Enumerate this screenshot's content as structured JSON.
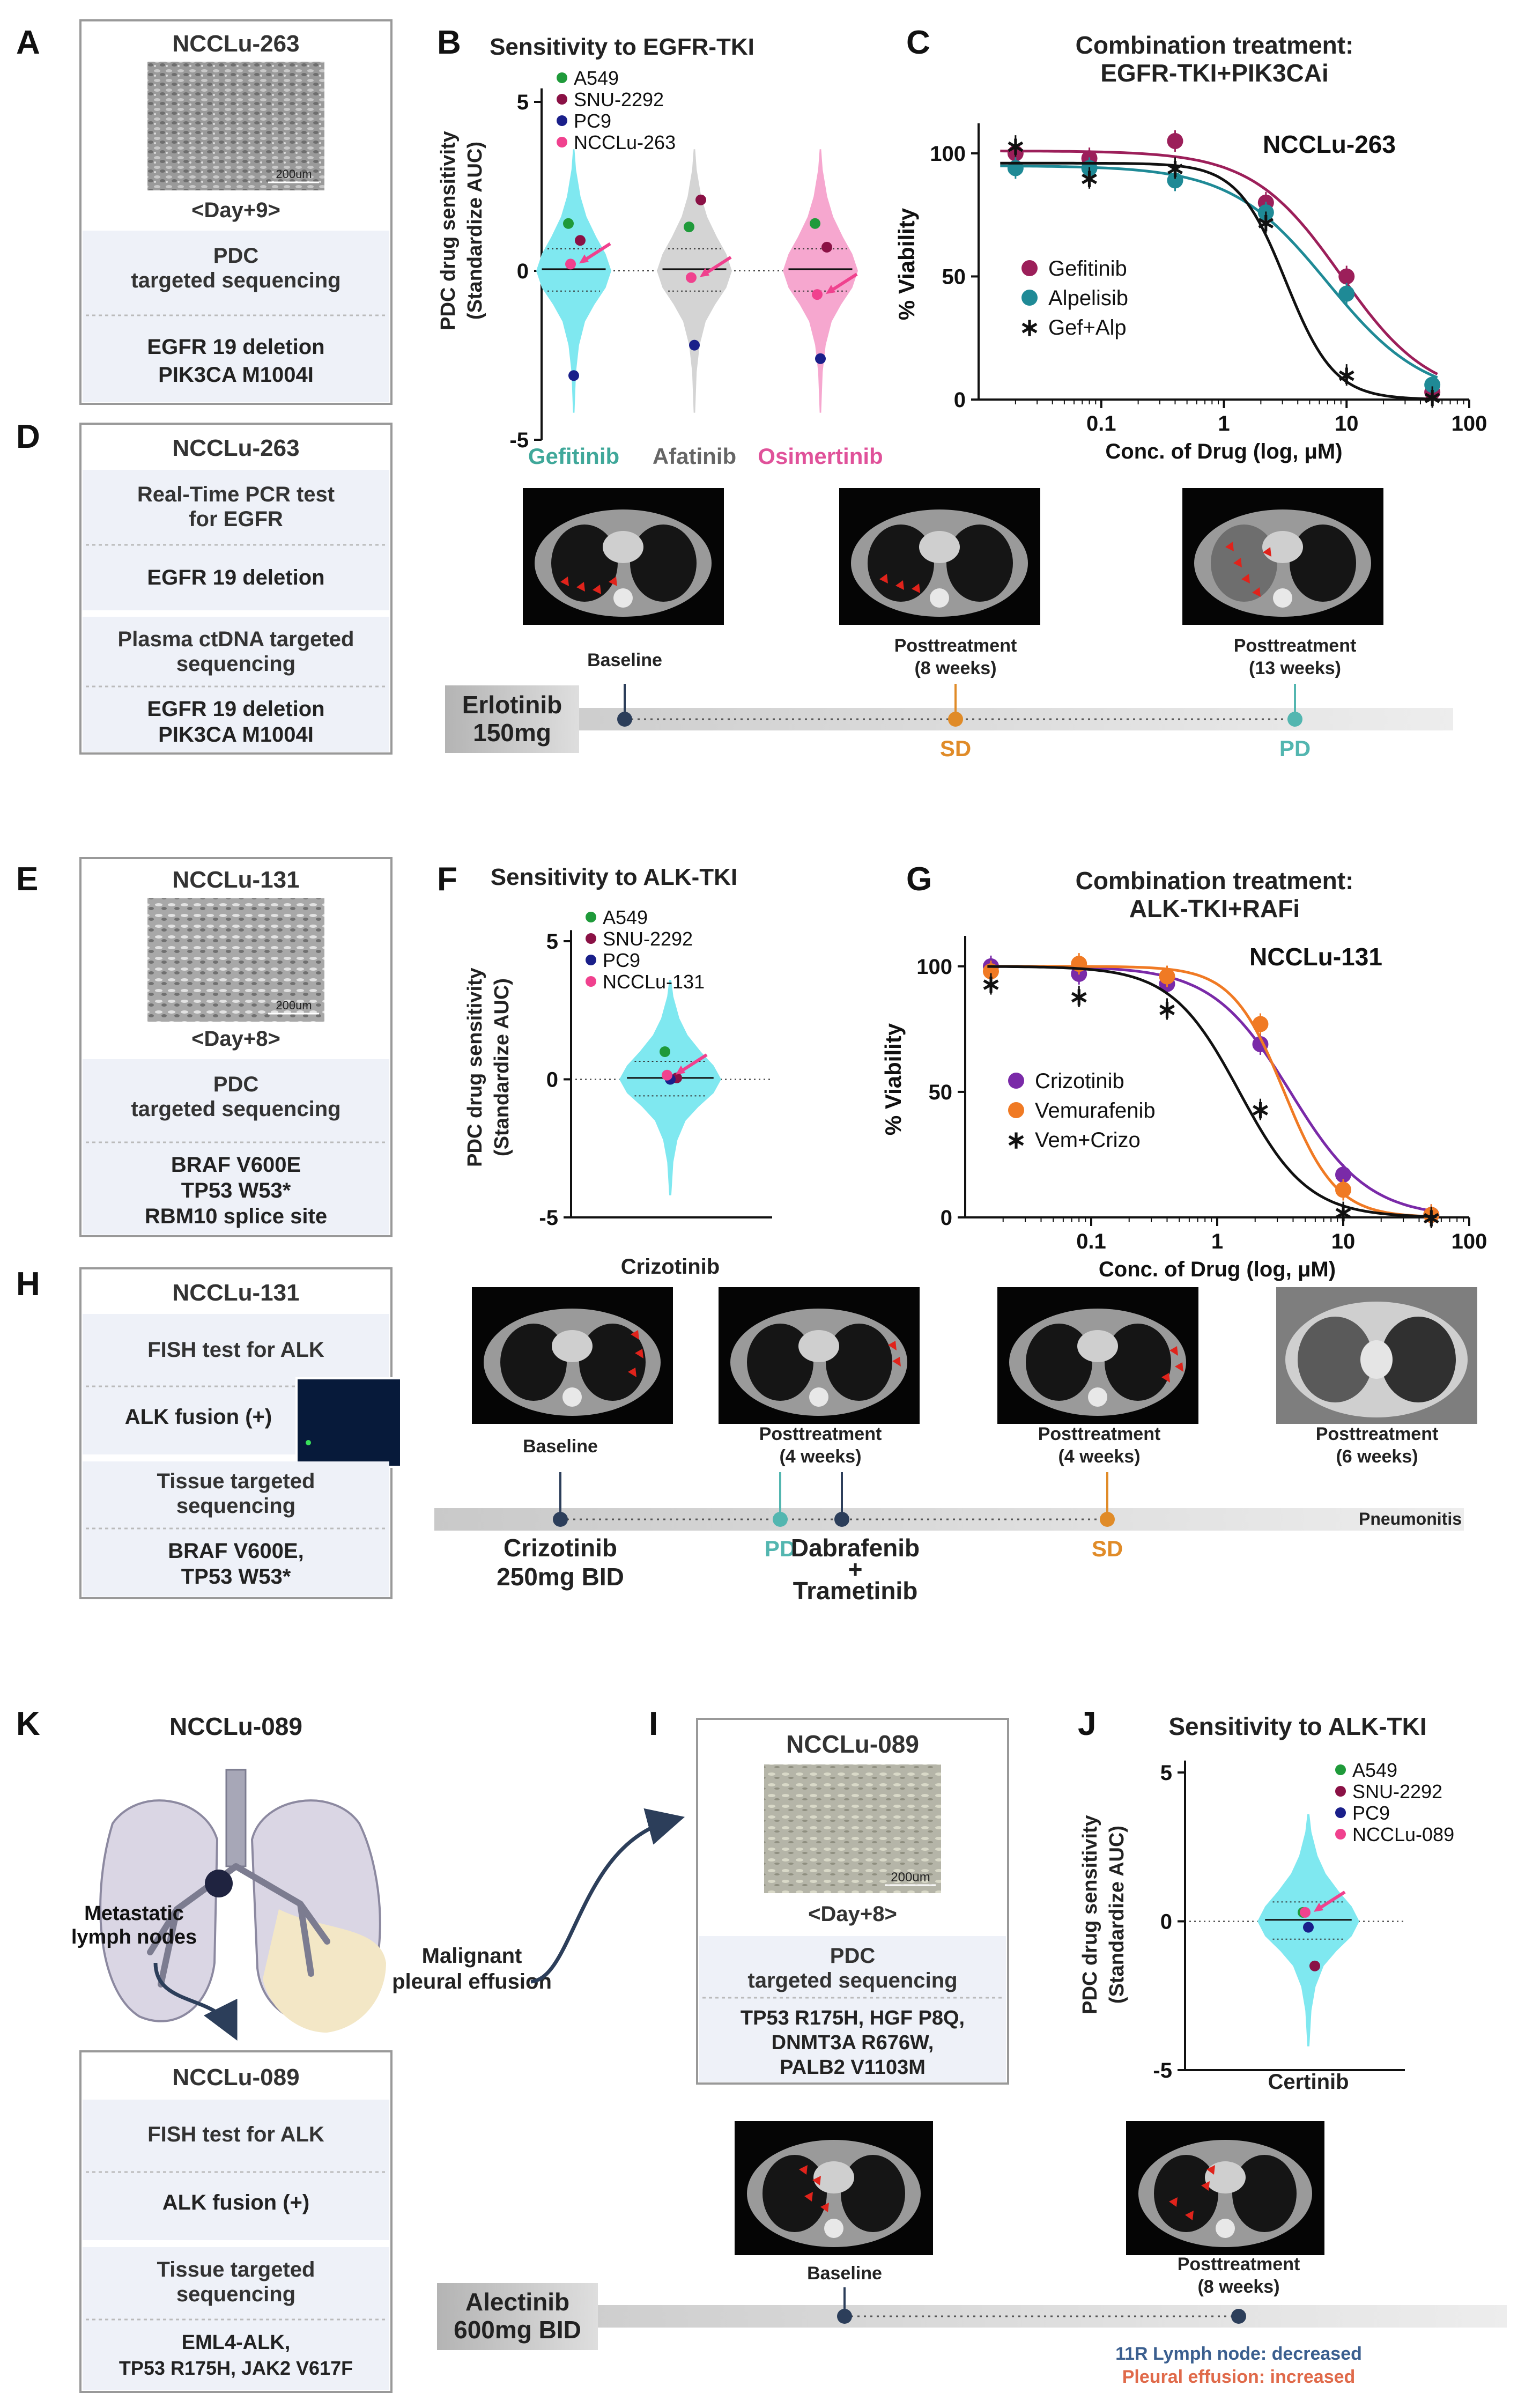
{
  "panels": {
    "A": {
      "letter": "A",
      "title": "NCCLu-263",
      "scale": "200um",
      "day": "<Day+9>",
      "section_title": "PDC\ntargeted sequencing",
      "mutations": [
        "EGFR 19 deletion",
        "PIK3CA M1004I"
      ]
    },
    "B": {
      "letter": "B",
      "title": "Sensitivity to EGFR-TKI",
      "ylabel1": "PDC drug sensitivity",
      "ylabel2": "(Standardize AUC)",
      "yticks": [
        "5",
        "0",
        "-5"
      ],
      "legend": [
        "A549",
        "SNU-2292",
        "PC9",
        "NCCLu-263"
      ],
      "drugs": [
        "Gefitinib",
        "Afatinib",
        "Osimertinib"
      ]
    },
    "C": {
      "letter": "C",
      "title1": "Combination treatment:",
      "title2": "EGFR-TKI+PIK3CAi",
      "label": "NCCLu-263",
      "ylabel": "% Viability",
      "xlabel": "Conc. of Drug (log, μM)",
      "yticks": [
        "100",
        "50",
        "0"
      ],
      "xticks": [
        "0.1",
        "1",
        "10",
        "100"
      ],
      "legend": [
        "Gefitinib",
        "Alpelisib",
        "Gef+Alp"
      ]
    },
    "D": {
      "letter": "D",
      "title": "NCCLu-263",
      "test1": "Real-Time PCR test\nfor EGFR",
      "result1": "EGFR 19 deletion",
      "test2": "Plasma ctDNA targeted\nsequencing",
      "result2": "EGFR 19 deletion\nPIK3CA M1004I",
      "drug": "Erlotinib\n150mg",
      "timepoints": [
        "Baseline",
        "Posttreatment\n(8 weeks)",
        "Posttreatment\n(13 weeks)"
      ],
      "responses": [
        "SD",
        "PD"
      ]
    },
    "E": {
      "letter": "E",
      "title": "NCCLu-131",
      "scale": "200um",
      "day": "<Day+8>",
      "section_title": "PDC\ntargeted sequencing",
      "mutations": [
        "BRAF V600E",
        "TP53 W53*",
        "RBM10 splice site"
      ]
    },
    "F": {
      "letter": "F",
      "title": "Sensitivity to ALK-TKI",
      "ylabel1": "PDC drug sensitivity",
      "ylabel2": "(Standardize AUC)",
      "yticks": [
        "5",
        "0",
        "-5"
      ],
      "legend": [
        "A549",
        "SNU-2292",
        "PC9",
        "NCCLu-131"
      ],
      "drug": "Crizotinib"
    },
    "G": {
      "letter": "G",
      "title1": "Combination treatment:",
      "title2": "ALK-TKI+RAFi",
      "label": "NCCLu-131",
      "ylabel": "% Viability",
      "xlabel": "Conc. of Drug (log, μM)",
      "yticks": [
        "100",
        "50",
        "0"
      ],
      "xticks": [
        "0.1",
        "1",
        "10",
        "100"
      ],
      "legend": [
        "Crizotinib",
        "Vemurafenib",
        "Vem+Crizo"
      ]
    },
    "H": {
      "letter": "H",
      "title": "NCCLu-131",
      "test1": "FISH test for ALK",
      "result1": "ALK fusion (+)",
      "test2": "Tissue targeted\nsequencing",
      "result2": "BRAF V600E,\nTP53 W53*",
      "drug1": "Crizotinib\n250mg BID",
      "drug2": "Dabrafenib\n+\nTrametinib",
      "timepoints": [
        "Baseline",
        "Posttreatment\n(4 weeks)",
        "Posttreatment\n(4 weeks)",
        "Posttreatment\n(6 weeks)"
      ],
      "responses": [
        "PD",
        "SD"
      ],
      "event": "Pneumonitis"
    },
    "K": {
      "letter": "K",
      "title": "NCCLu-089",
      "node_label": "Metastatic\nlymph nodes",
      "effusion_label": "Malignant\npleural effusion",
      "box_title": "NCCLu-089",
      "test1": "FISH test for ALK",
      "result1": "ALK fusion (+)",
      "test2": "Tissue targeted\nsequencing",
      "result2a": "EML4-ALK,",
      "result2b": "TP53 R175H, JAK2 V617F"
    },
    "I": {
      "letter": "I",
      "title": "NCCLu-089",
      "scale": "200um",
      "day": "<Day+8>",
      "section_title": "PDC\ntargeted sequencing",
      "mutations": [
        "TP53 R175H, HGF P8Q,",
        "DNMT3A R676W,",
        "PALB2 V1103M"
      ]
    },
    "J": {
      "letter": "J",
      "title": "Sensitivity to ALK-TKI",
      "ylabel1": "PDC drug sensitivity",
      "ylabel2": "(Standardize AUC)",
      "yticks": [
        "5",
        "0",
        "-5"
      ],
      "legend": [
        "A549",
        "SNU-2292",
        "PC9",
        "NCCLu-089"
      ],
      "drug": "Certinib"
    },
    "L": {
      "drug": "Alectinib\n600mg BID",
      "timepoints": [
        "Baseline",
        "Posttreatment\n(8 weeks)"
      ],
      "note1": "11R Lymph node: decreased",
      "note2": "Pleural effusion: increased"
    }
  },
  "colors": {
    "gefitinib": "#9c1f5a",
    "alpelisib": "#1f8a96",
    "combo": "#111111",
    "crizotinib": "#7a2aa8",
    "vemurafenib": "#f07a24",
    "a549": "#1f9a3a",
    "snu2292": "#8a1145",
    "pc9": "#1a1f8a",
    "pdc": "#f0418e",
    "violin_cyan": "#7fe8f0",
    "violin_gray": "#d4d4d4",
    "violin_pink": "#f6a7cf",
    "sd": "#e08b28",
    "pd": "#53b6b0",
    "note_blue": "#3b5f8f",
    "note_red": "#e06a4a",
    "teal_label": "#40a89a",
    "pink_label": "#e0529a"
  },
  "chart_data": [
    {
      "type": "line",
      "title": "Combination treatment: EGFR-TKI+PIK3CAi",
      "xlabel": "Conc. of Drug (log, μM)",
      "ylabel": "% Viability",
      "xscale": "log",
      "xlim": [
        0.01,
        100
      ],
      "ylim": [
        0,
        110
      ],
      "series": [
        {
          "name": "Gefitinib",
          "color": "#9c1f5a",
          "x": [
            0.02,
            0.08,
            0.4,
            2.2,
            10,
            50
          ],
          "y": [
            100,
            98,
            105,
            80,
            50,
            3
          ],
          "ic50": 9,
          "hill": 1.2,
          "top": 101
        },
        {
          "name": "Alpelisib",
          "color": "#1f8a96",
          "x": [
            0.02,
            0.08,
            0.4,
            2.2,
            10,
            50
          ],
          "y": [
            94,
            94,
            89,
            76,
            43,
            6
          ],
          "ic50": 7,
          "hill": 1.1,
          "top": 95
        },
        {
          "name": "Gef+Alp",
          "color": "#111111",
          "x": [
            0.02,
            0.08,
            0.4,
            2.2,
            10,
            50
          ],
          "y": [
            103,
            90,
            94,
            72,
            10,
            1
          ],
          "ic50": 3.2,
          "hill": 2.2,
          "top": 96
        }
      ]
    },
    {
      "type": "line",
      "title": "Combination treatment: ALK-TKI+RAFi",
      "xlabel": "Conc. of Drug (log, μM)",
      "ylabel": "% Viability",
      "xscale": "log",
      "xlim": [
        0.01,
        100
      ],
      "ylim": [
        0,
        110
      ],
      "series": [
        {
          "name": "Crizotinib",
          "color": "#7a2aa8",
          "x": [
            0.016,
            0.08,
            0.4,
            2.2,
            10,
            50
          ],
          "y": [
            100,
            97,
            93,
            69,
            17,
            1
          ],
          "ic50": 3.8,
          "hill": 1.4,
          "top": 100
        },
        {
          "name": "Vemurafenib",
          "color": "#f07a24",
          "x": [
            0.016,
            0.08,
            0.4,
            2.2,
            10,
            50
          ],
          "y": [
            98,
            101,
            96,
            77,
            11,
            1
          ],
          "ic50": 3.4,
          "hill": 2.1,
          "top": 100
        },
        {
          "name": "Vem+Crizo",
          "color": "#111111",
          "x": [
            0.016,
            0.08,
            0.4,
            2.2,
            10,
            50
          ],
          "y": [
            93,
            88,
            83,
            43,
            2,
            0
          ],
          "ic50": 1.5,
          "hill": 1.6,
          "top": 100
        }
      ]
    },
    {
      "type": "scatter",
      "title": "Sensitivity to EGFR-TKI",
      "ylabel": "PDC drug sensitivity (Standardize AUC)",
      "ylim": [
        -5,
        5
      ],
      "categories": [
        "Gefitinib",
        "Afatinib",
        "Osimertinib"
      ],
      "series": [
        {
          "name": "A549",
          "values": [
            1.4,
            1.3,
            1.4
          ]
        },
        {
          "name": "SNU-2292",
          "values": [
            0.9,
            2.1,
            0.7
          ]
        },
        {
          "name": "PC9",
          "values": [
            -3.1,
            -2.2,
            -2.6
          ]
        },
        {
          "name": "NCCLu-263",
          "values": [
            0.2,
            -0.2,
            -0.7
          ]
        }
      ]
    },
    {
      "type": "scatter",
      "title": "Sensitivity to ALK-TKI",
      "ylabel": "PDC drug sensitivity (Standardize AUC)",
      "ylim": [
        -5,
        5
      ],
      "categories": [
        "Crizotinib"
      ],
      "series": [
        {
          "name": "A549",
          "values": [
            1.0
          ]
        },
        {
          "name": "SNU-2292",
          "values": [
            0.05
          ]
        },
        {
          "name": "PC9",
          "values": [
            0.0
          ]
        },
        {
          "name": "NCCLu-131",
          "values": [
            0.15
          ]
        }
      ]
    },
    {
      "type": "scatter",
      "title": "Sensitivity to ALK-TKI",
      "ylabel": "PDC drug sensitivity (Standardize AUC)",
      "ylim": [
        -5,
        5
      ],
      "categories": [
        "Certinib"
      ],
      "series": [
        {
          "name": "A549",
          "values": [
            0.3
          ]
        },
        {
          "name": "SNU-2292",
          "values": [
            -1.5
          ]
        },
        {
          "name": "PC9",
          "values": [
            -0.2
          ]
        },
        {
          "name": "NCCLu-089",
          "values": [
            0.3
          ]
        }
      ]
    }
  ]
}
